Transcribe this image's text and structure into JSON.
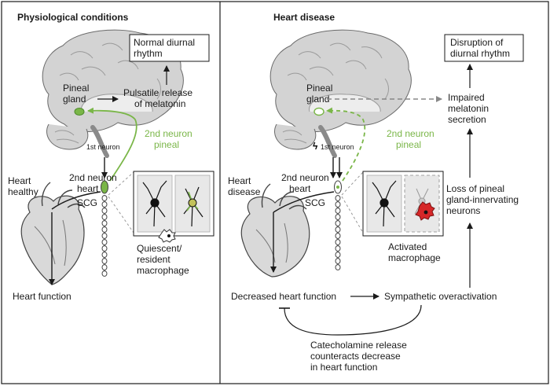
{
  "colors": {
    "nerve_green": "#7ab648",
    "brain_grey": "#d3d3d3",
    "outline": "#444444",
    "macrophage_red": "#d62728"
  },
  "left_panel": {
    "title": "Physiological conditions",
    "diurnal_box": [
      "Normal diurnal",
      "rhythm"
    ],
    "pineal_label": [
      "Pineal",
      "gland"
    ],
    "melatonin": [
      "Pulsatile release",
      "of melatonin"
    ],
    "first_neuron": "1st neuron",
    "second_pineal": [
      "2nd neuron",
      "pineal"
    ],
    "second_heart": [
      "2nd neuron",
      "heart"
    ],
    "heart_state": [
      "Heart",
      "healthy"
    ],
    "scg": "SCG",
    "macrophage": [
      "Quiescent/",
      "resident",
      "macrophage"
    ],
    "heart_function": "Heart function"
  },
  "right_panel": {
    "title": "Heart disease",
    "diurnal_box": [
      "Disruption of",
      "diurnal rhythm"
    ],
    "pineal_label": [
      "Pineal",
      "gland"
    ],
    "melatonin": [
      "Impaired",
      "melatonin",
      "secretion"
    ],
    "first_neuron": "1st neuron",
    "second_pineal": [
      "2nd neuron",
      "pineal"
    ],
    "second_heart": [
      "2nd neuron",
      "heart"
    ],
    "heart_state": [
      "Heart",
      "disease"
    ],
    "scg": "SCG",
    "loss": [
      "Loss of pineal",
      "gland-innervating",
      "neurons"
    ],
    "macrophage": [
      "Activated",
      "macrophage"
    ],
    "decreased": "Decreased heart function",
    "sympathetic": "Sympathetic overactivation",
    "catecholamine": [
      "Catecholamine release",
      "counteracts decrease",
      "in heart function"
    ]
  }
}
